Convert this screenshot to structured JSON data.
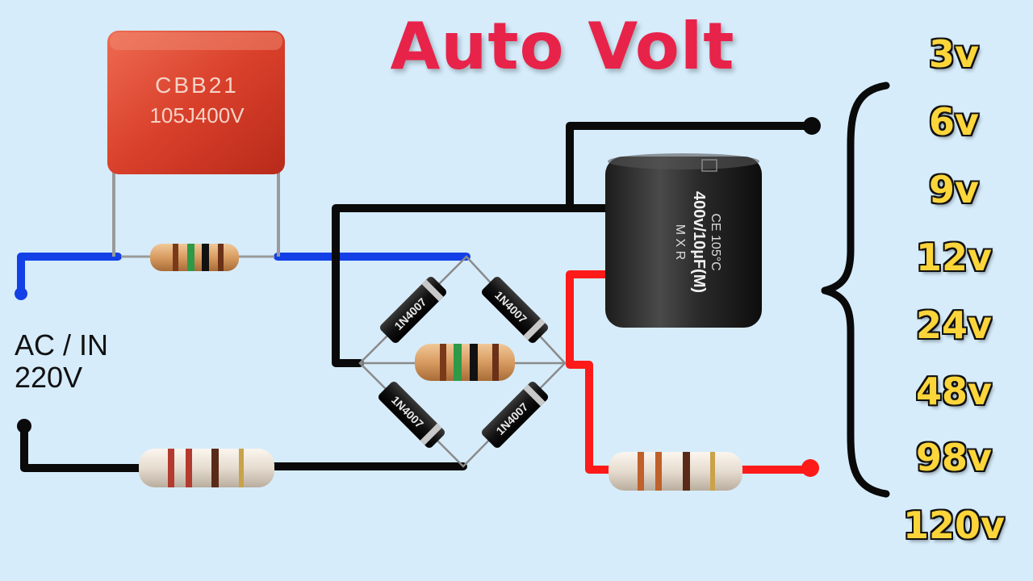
{
  "title": "Auto Volt",
  "input": {
    "line1": "AC / IN",
    "line2": "220V"
  },
  "capacitor_film": {
    "line1": "CBB21",
    "line2": "105J400V"
  },
  "capacitor_electrolytic": {
    "line1": "CE 105°C",
    "line2": "400v/10µF(M)",
    "line3": "M X R"
  },
  "diodes": [
    "1N4007",
    "1N4007",
    "1N4007",
    "1N4007"
  ],
  "outputs": [
    "3v",
    "6v",
    "9v",
    "12v",
    "24v",
    "48v",
    "98v",
    "120v"
  ],
  "colors": {
    "positive_wire": "#ff1a1a",
    "ac_wire": "#1240e6",
    "negative_wire": "#0a0a0a",
    "title": "#e8234a",
    "output_text": "#fcd53a",
    "background": "#d6ecfb"
  }
}
